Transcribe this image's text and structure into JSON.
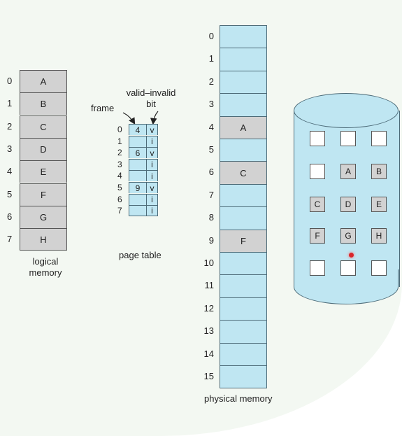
{
  "logical_memory": {
    "label": "logical\nmemory",
    "rows": [
      {
        "index": "0",
        "value": "A"
      },
      {
        "index": "1",
        "value": "B"
      },
      {
        "index": "2",
        "value": "C"
      },
      {
        "index": "3",
        "value": "D"
      },
      {
        "index": "4",
        "value": "E"
      },
      {
        "index": "5",
        "value": "F"
      },
      {
        "index": "6",
        "value": "G"
      },
      {
        "index": "7",
        "value": "H"
      }
    ]
  },
  "page_table": {
    "label": "page table",
    "frame_header": "frame",
    "bit_header": "valid–invalid\nbit",
    "rows": [
      {
        "index": "0",
        "frame": "4",
        "bit": "v"
      },
      {
        "index": "1",
        "frame": "",
        "bit": "i"
      },
      {
        "index": "2",
        "frame": "6",
        "bit": "v"
      },
      {
        "index": "3",
        "frame": "",
        "bit": "i"
      },
      {
        "index": "4",
        "frame": "",
        "bit": "i"
      },
      {
        "index": "5",
        "frame": "9",
        "bit": "v"
      },
      {
        "index": "6",
        "frame": "",
        "bit": "i"
      },
      {
        "index": "7",
        "frame": "",
        "bit": "i"
      }
    ]
  },
  "physical_memory": {
    "label": "physical memory",
    "rows": [
      {
        "index": "0",
        "value": ""
      },
      {
        "index": "1",
        "value": ""
      },
      {
        "index": "2",
        "value": ""
      },
      {
        "index": "3",
        "value": ""
      },
      {
        "index": "4",
        "value": "A"
      },
      {
        "index": "5",
        "value": ""
      },
      {
        "index": "6",
        "value": "C"
      },
      {
        "index": "7",
        "value": ""
      },
      {
        "index": "8",
        "value": ""
      },
      {
        "index": "9",
        "value": "F"
      },
      {
        "index": "10",
        "value": ""
      },
      {
        "index": "11",
        "value": ""
      },
      {
        "index": "12",
        "value": ""
      },
      {
        "index": "13",
        "value": ""
      },
      {
        "index": "14",
        "value": ""
      },
      {
        "index": "15",
        "value": ""
      }
    ]
  },
  "backing_store": {
    "blocks": [
      "",
      "",
      "",
      "",
      "A",
      "B",
      "C",
      "D",
      "E",
      "F",
      "G",
      "H",
      "",
      "",
      ""
    ]
  },
  "colors": {
    "memory_blue": "#bfe6f2",
    "occupied_gray": "#d2d2d2",
    "pointer_red": "#d9262b"
  }
}
